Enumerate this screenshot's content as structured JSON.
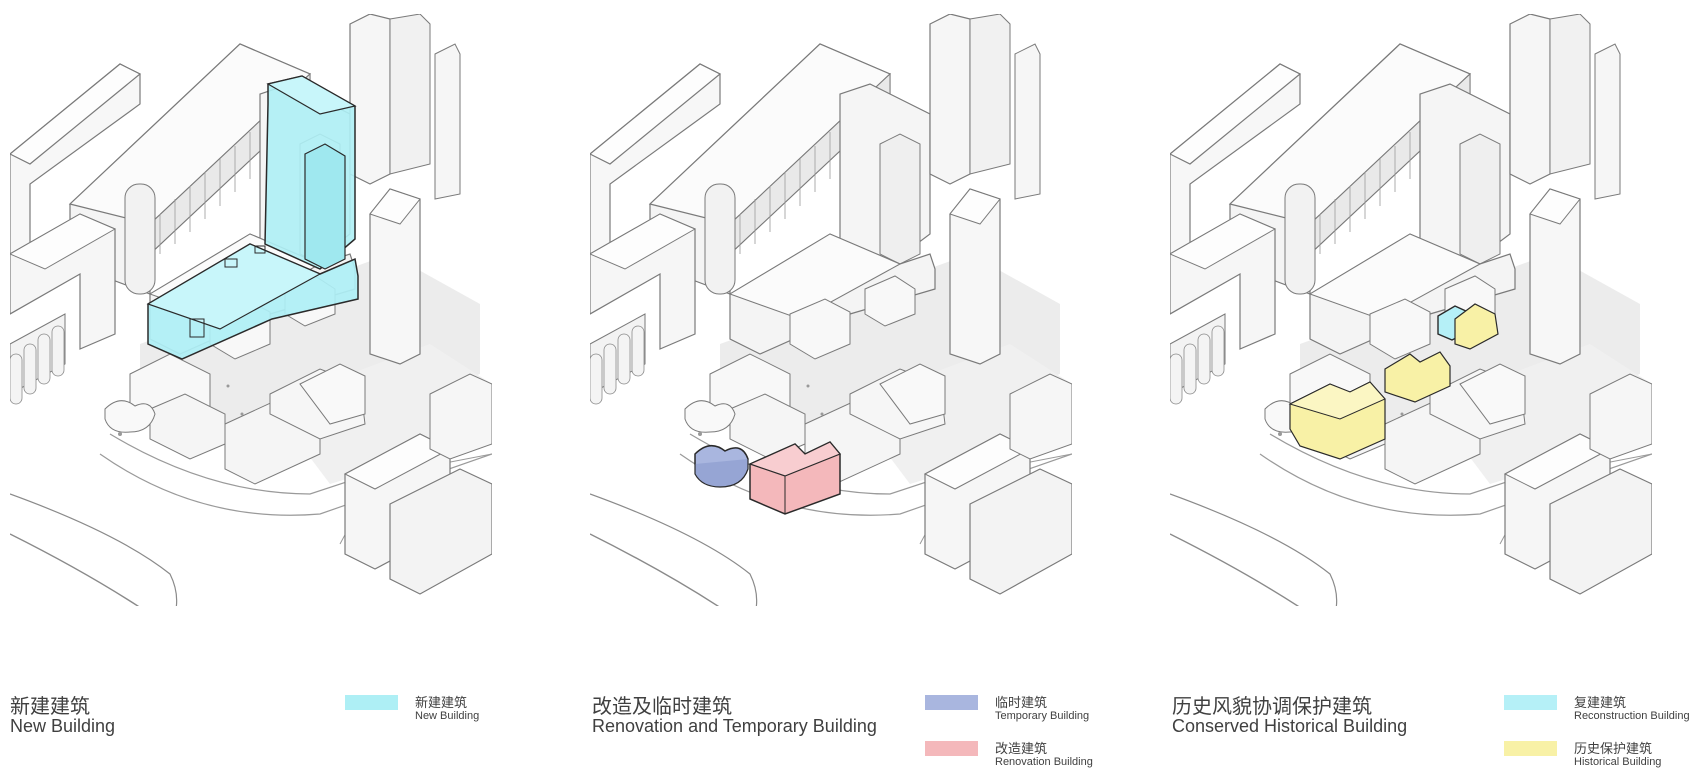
{
  "colors": {
    "new_building": "#aeeff5",
    "temporary": "#a9b6df",
    "renovation": "#f4b8bb",
    "reconstruction": "#b5f0f7",
    "historical": "#f8f1a6"
  },
  "panels": [
    {
      "title_cn": "新建建筑",
      "title_en": "New Building",
      "legend": [
        {
          "cn": "新建建筑",
          "en": "New Building",
          "color": "#aeeff5"
        }
      ]
    },
    {
      "title_cn": "改造及临时建筑",
      "title_en": "Renovation and Temporary Building",
      "legend": [
        {
          "cn": "临时建筑",
          "en": "Temporary Building",
          "color": "#a9b6df"
        },
        {
          "cn": "改造建筑",
          "en": "Renovation Building",
          "color": "#f4b8bb"
        }
      ]
    },
    {
      "title_cn": "历史风貌协调保护建筑",
      "title_en": "Conserved Historical Building",
      "legend": [
        {
          "cn": "复建建筑",
          "en": "Reconstruction Building",
          "color": "#b5f0f7"
        },
        {
          "cn": "历史保护建筑",
          "en": "Historical Building",
          "color": "#f8f1a6"
        }
      ]
    }
  ]
}
